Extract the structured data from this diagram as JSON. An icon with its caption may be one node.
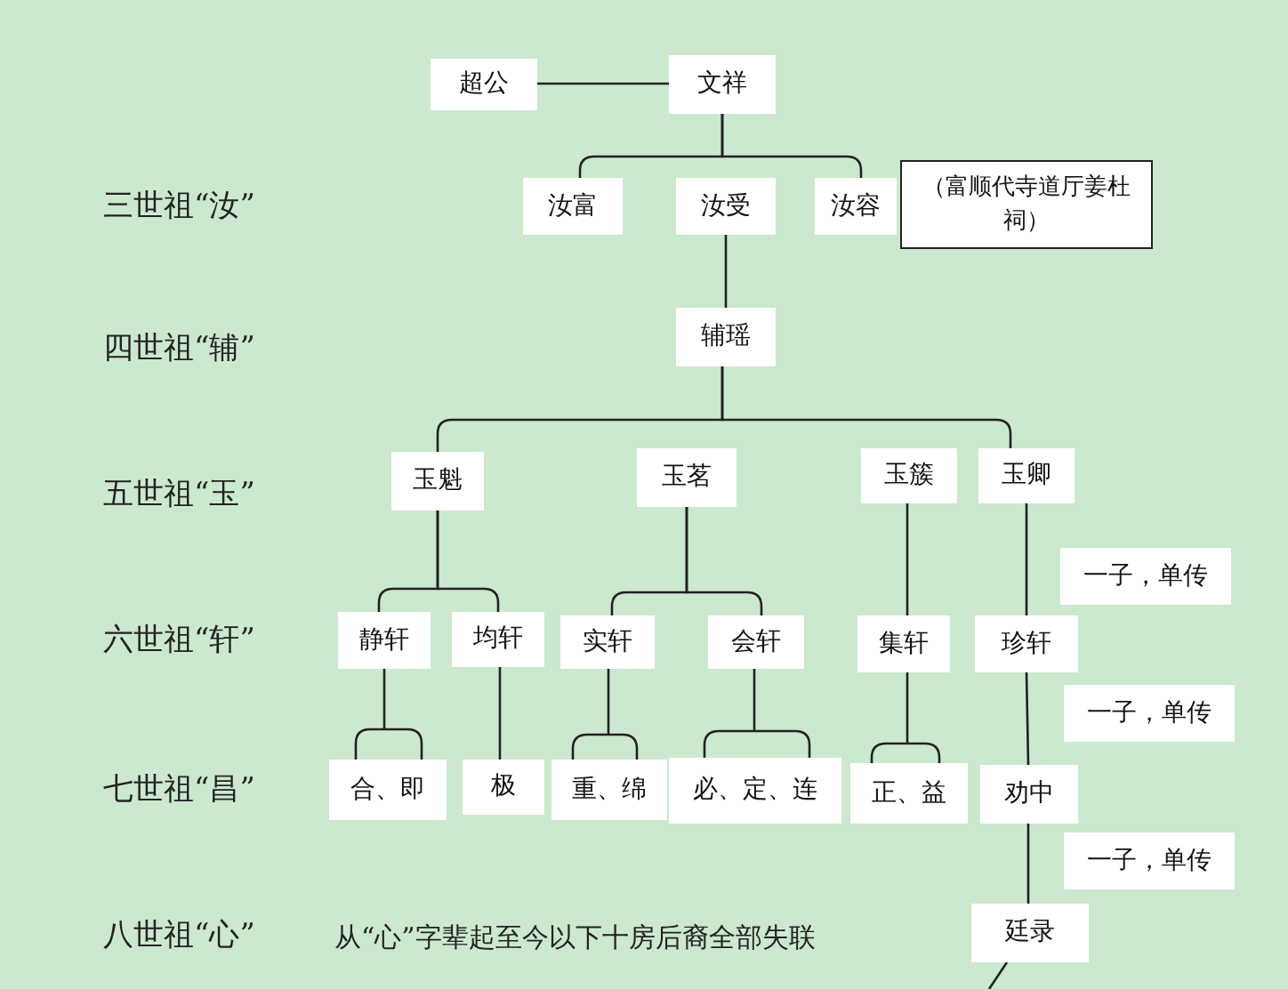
{
  "diagram": {
    "nodes": [
      {
        "text": [
          "超公"
        ]
      },
      {
        "text": [
          "文祥"
        ]
      },
      {
        "text": [
          "汝富"
        ]
      },
      {
        "text": [
          "汝受"
        ]
      },
      {
        "text": [
          "汝容"
        ]
      },
      {
        "text": [
          "（富顺代寺道厅姜杜祠）"
        ]
      },
      {
        "text": [
          "辅瑶"
        ]
      },
      {
        "text": [
          "玉魁"
        ]
      },
      {
        "text": [
          "玉茗"
        ]
      },
      {
        "text": [
          "玉簇"
        ]
      },
      {
        "text": [
          "玉卿"
        ]
      },
      {
        "text": [
          "一子，单传"
        ]
      },
      {
        "text": [
          "静轩"
        ]
      },
      {
        "text": [
          "均轩"
        ]
      },
      {
        "text": [
          "实轩"
        ]
      },
      {
        "text": [
          "会轩"
        ]
      },
      {
        "text": [
          "集轩"
        ]
      },
      {
        "text": [
          "珍轩"
        ]
      },
      {
        "text": [
          "一子，单传"
        ]
      },
      {
        "text": [
          "合、即"
        ]
      },
      {
        "text": [
          "极"
        ]
      },
      {
        "text": [
          "重、绵"
        ]
      },
      {
        "text": [
          "必、定、连"
        ]
      },
      {
        "text": [
          "正、益"
        ]
      },
      {
        "text": [
          "劝中"
        ]
      },
      {
        "text": [
          "一子，单传"
        ]
      },
      {
        "text": [
          "廷录"
        ]
      }
    ],
    "edges": [
      {
        "from": 0,
        "to": 1,
        "arrow": "none"
      },
      {
        "from": 1,
        "to": 2,
        "arrow": "none"
      },
      {
        "from": 1,
        "to": 4,
        "arrow": "none"
      },
      {
        "from": 3,
        "to": 6,
        "arrow": "none"
      },
      {
        "from": 6,
        "to": 7,
        "arrow": "none"
      },
      {
        "from": 6,
        "to": 10,
        "arrow": "none"
      },
      {
        "from": 7,
        "to": 12,
        "arrow": "none"
      },
      {
        "from": 7,
        "to": 13,
        "arrow": "none"
      },
      {
        "from": 8,
        "to": 14,
        "arrow": "none"
      },
      {
        "from": 8,
        "to": 15,
        "arrow": "none"
      },
      {
        "from": 9,
        "to": 16,
        "arrow": "none"
      },
      {
        "from": 10,
        "to": 17,
        "arrow": "none"
      },
      {
        "from": 12,
        "to": 19,
        "arrow": "none"
      },
      {
        "from": 13,
        "to": 20,
        "arrow": "none"
      },
      {
        "from": 14,
        "to": 21,
        "arrow": "none"
      },
      {
        "from": 15,
        "to": 22,
        "arrow": "none"
      },
      {
        "from": 16,
        "to": 23,
        "arrow": "none"
      },
      {
        "from": 17,
        "to": 24,
        "arrow": "none"
      },
      {
        "from": 24,
        "to": 26,
        "arrow": "none"
      },
      {
        "from": 26,
        "to": null,
        "arrow": "none"
      }
    ],
    "labels": [
      "三世祖“汝”",
      "四世祖“辅”",
      "五世祖“玉”",
      "六世祖“轩”",
      "七世祖“昌”",
      "八世祖“心”",
      "从“心”字辈起至今以下十房后裔全部失联"
    ]
  }
}
